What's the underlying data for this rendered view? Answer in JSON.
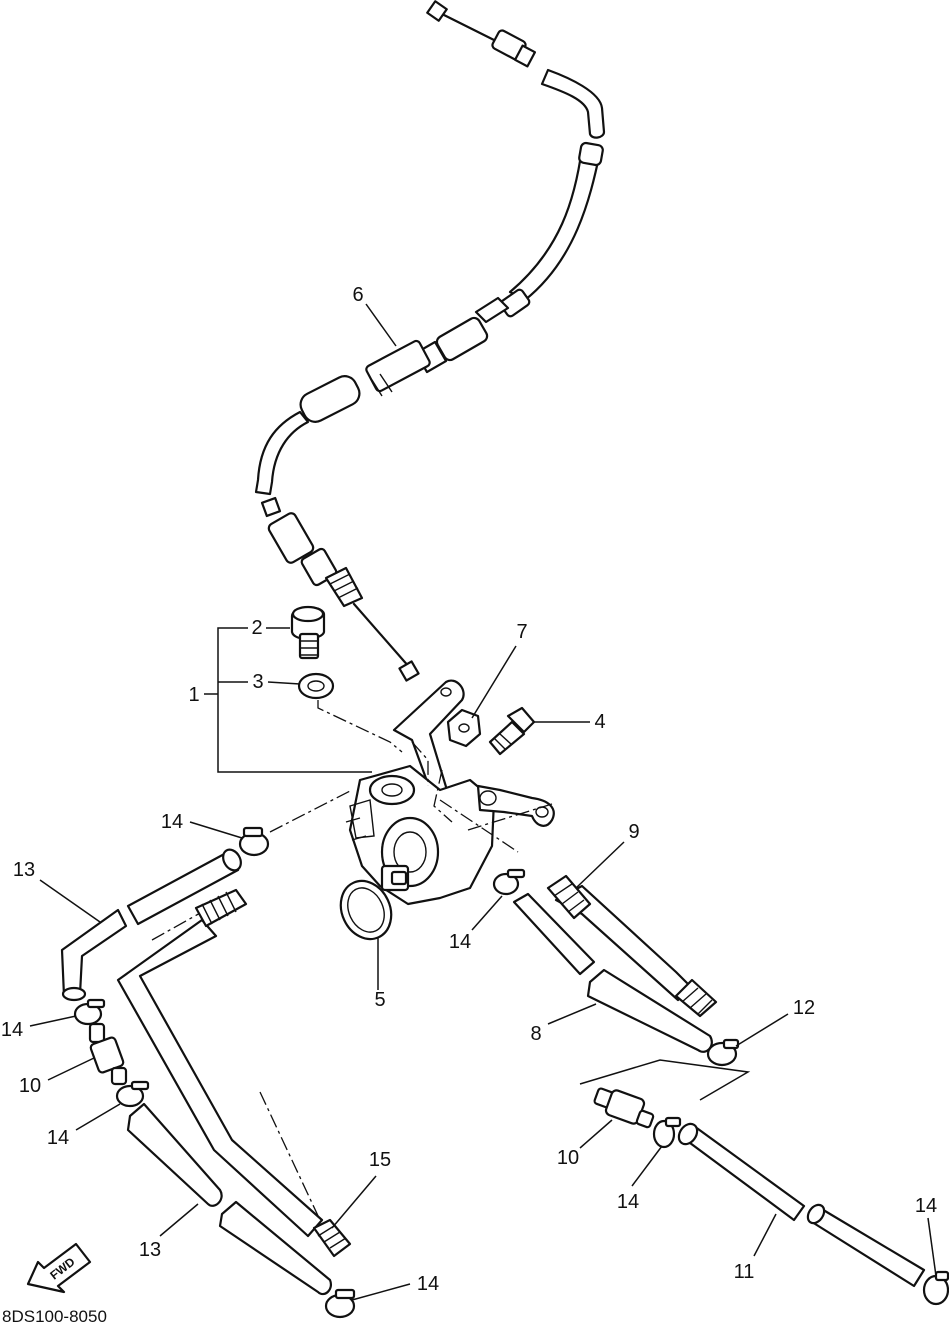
{
  "diagram_code": "8DS100-8050",
  "fwd_label": "FWD",
  "callouts": {
    "c1": "1",
    "c2": "2",
    "c3": "3",
    "c4": "4",
    "c5": "5",
    "c6": "6",
    "c7": "7",
    "c8": "8",
    "c9": "9",
    "c10a": "10",
    "c10b": "10",
    "c11": "11",
    "c12": "12",
    "c13a": "13",
    "c13b": "13",
    "c14a": "14",
    "c14b": "14",
    "c14c": "14",
    "c14d": "14",
    "c14e": "14",
    "c14f": "14",
    "c14g": "14",
    "c15": "15"
  }
}
